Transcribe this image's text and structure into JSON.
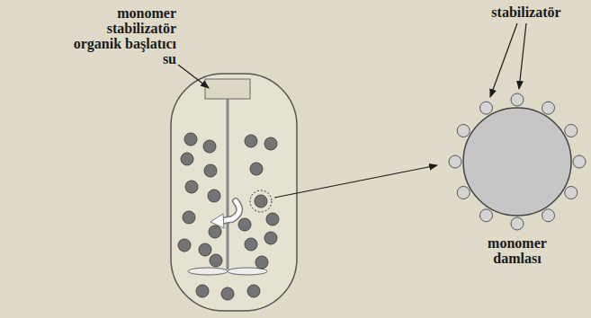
{
  "diagram": {
    "labels": [
      "monomer",
      "stabilizatör",
      "organik başlatıcı",
      "su",
      "stabilizatör",
      "monomer damlası"
    ]
  }
}
